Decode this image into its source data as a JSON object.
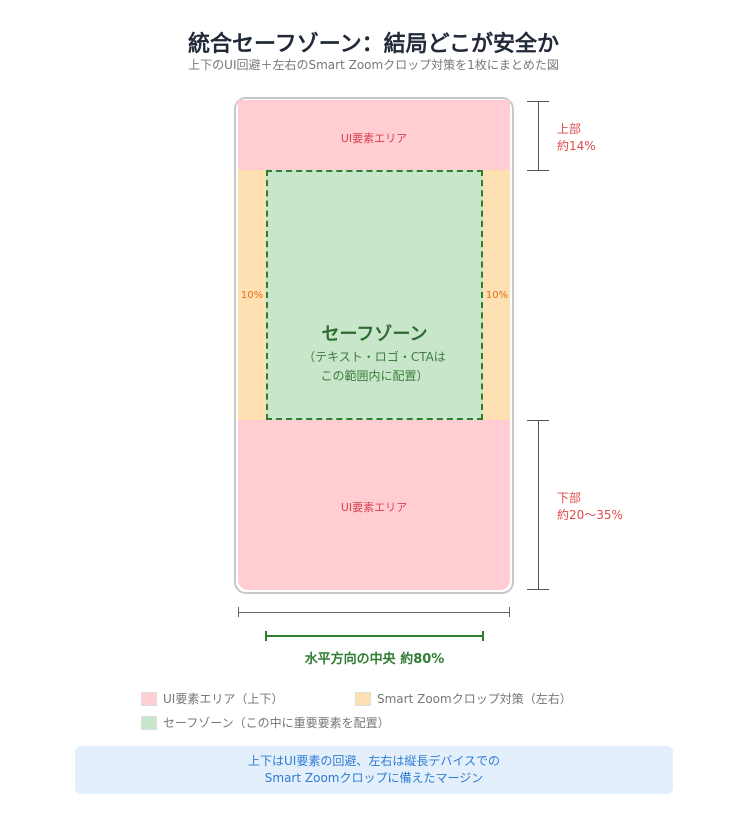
{
  "title": "統合セーフゾーン：結局どこが安全か",
  "subtitle": "上下のUI回避＋左右のSmart Zoomクロップ対策を1枚にまとめた図",
  "diagram": {
    "top_area_label": "UI要素エリア",
    "bottom_area_label": "UI要素エリア",
    "left_margin": "10%",
    "right_margin": "10%",
    "safe_zone_title": "セーフゾーン",
    "safe_zone_sub1": "（テキスト・ロゴ・CTAは",
    "safe_zone_sub2": "この範囲内に配置）",
    "top_dim_1": "上部",
    "top_dim_2": "約14%",
    "bottom_dim_1": "下部",
    "bottom_dim_2": "約20〜35%",
    "horizontal_label": "水平方向の中央 約80%"
  },
  "legend": [
    {
      "label": "UI要素エリア（上下）",
      "color": "#ffcdd2"
    },
    {
      "label": "Smart Zoomクロップ対策（左右）",
      "color": "#ffe0b2"
    },
    {
      "label": "セーフゾーン（この中に重要要素を配置）",
      "color": "#c8e6c9"
    }
  ],
  "note": {
    "line1": "上下はUI要素の回避、左右は縦長デバイスでの",
    "line2": "Smart Zoomクロップに備えたマージン"
  }
}
